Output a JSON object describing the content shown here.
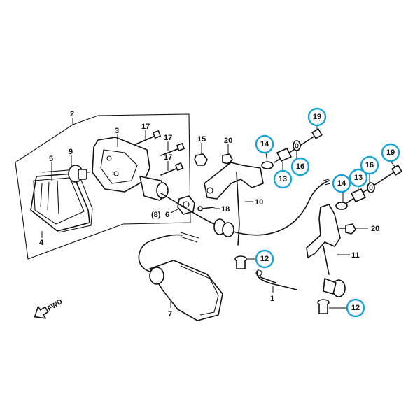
{
  "labels": {
    "l1": "1",
    "l2": "2",
    "l3": "3",
    "l4": "4",
    "l5": "5",
    "l6": "6",
    "l7": "7",
    "l8": "(8)",
    "l9": "9",
    "l10": "10",
    "l11": "11",
    "l15": "15",
    "l17a": "17",
    "l17b": "17",
    "l17c": "17",
    "l18": "18",
    "l20a": "20",
    "l20b": "20"
  },
  "highlighted": {
    "h19a": "19",
    "h14a": "14",
    "h13a": "13",
    "h16a": "16",
    "h19b": "19",
    "h16b": "16",
    "h13b": "13",
    "h14b": "14",
    "h12a": "12",
    "h12b": "12"
  },
  "direction_label": "FWD",
  "colors": {
    "highlight": "#1aa3d9",
    "ink": "#111111"
  }
}
